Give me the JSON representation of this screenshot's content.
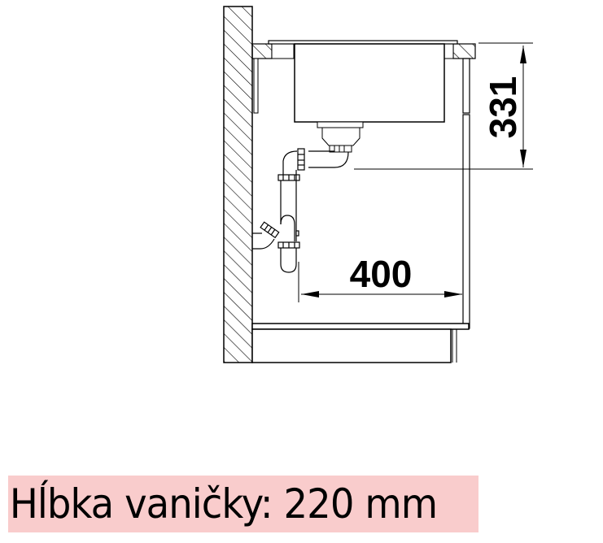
{
  "diagram": {
    "type": "technical-drawing",
    "subject": "undermount kitchen sink in base cabinet, side section",
    "dimensions": {
      "height_label": "331",
      "width_label": "400"
    },
    "colors": {
      "line": "#000000",
      "hatch": "#000000",
      "background": "#ffffff"
    }
  },
  "caption": {
    "text": "Hĺbka vaničky: 220 mm",
    "background": "#f9cccc"
  }
}
